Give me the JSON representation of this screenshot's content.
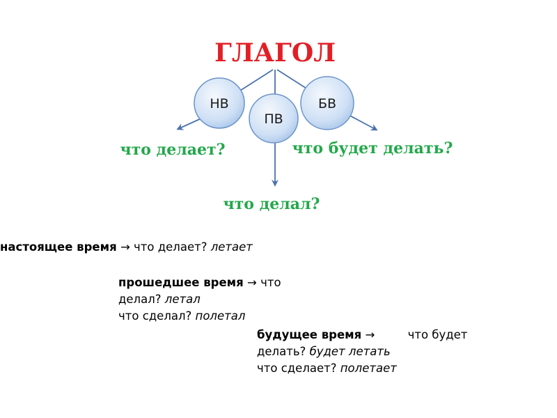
{
  "diagram": {
    "title": "ГЛАГОЛ",
    "nodes": {
      "nv": "НВ",
      "pv": "ПВ",
      "bv": "БВ"
    },
    "questions": {
      "present": "что делает?",
      "past": "что делал?",
      "future": "что будет делать?"
    }
  },
  "notes": {
    "present": {
      "term": "настоящее время",
      "arrow": "→",
      "question": "что делает?",
      "example": "летает"
    },
    "past": {
      "term": "прошедшее время",
      "arrow": "→",
      "q1_start": "что",
      "q1_end": "делал?",
      "example1": "летал",
      "q2": "что сделал?",
      "example2": "полетал"
    },
    "future": {
      "term": "будущее время",
      "arrow": "→",
      "q1_start": "что будет",
      "q1_end": "делать?",
      "example1": "будет летать",
      "q2": "что сделает?",
      "example2": "полетает"
    }
  },
  "colors": {
    "title": "#e21f26",
    "question": "#23a84a",
    "line": "#4a72ad",
    "bubble_fill": "#cfe0f5",
    "bubble_stroke": "#6b93c9"
  }
}
